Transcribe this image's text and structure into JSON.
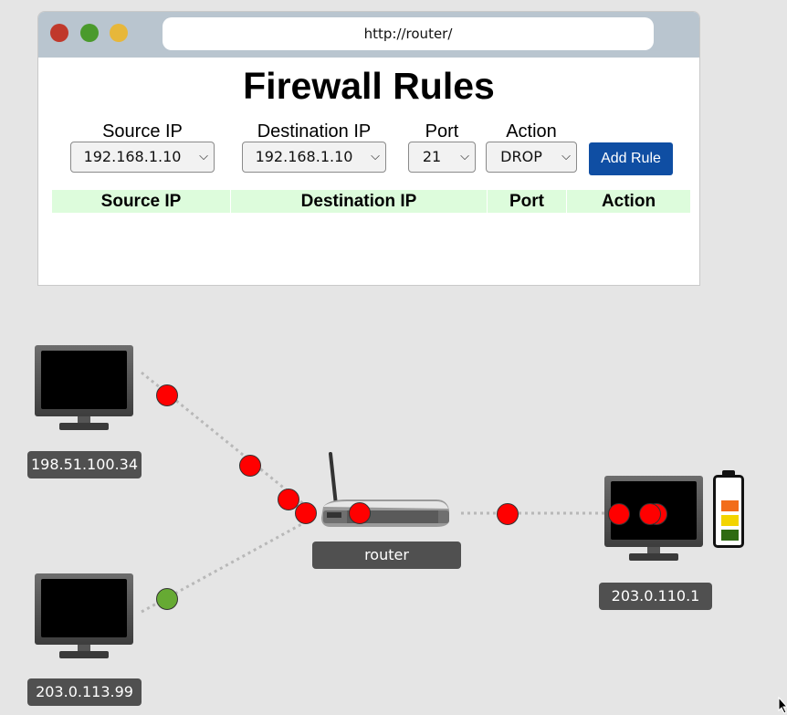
{
  "browser": {
    "url": "http://router/",
    "title": "Firewall Rules"
  },
  "form": {
    "source_ip": {
      "label": "Source IP",
      "value": "192.168.1.10"
    },
    "destination_ip": {
      "label": "Destination IP",
      "value": "192.168.1.10"
    },
    "port": {
      "label": "Port",
      "value": "21"
    },
    "action": {
      "label": "Action",
      "value": "DROP"
    },
    "add_button": "Add Rule"
  },
  "rules_table": {
    "headers": [
      "Source IP",
      "Destination IP",
      "Port",
      "Action"
    ],
    "rows": []
  },
  "network": {
    "hosts": [
      {
        "id": "host-1",
        "ip": "198.51.100.34"
      },
      {
        "id": "host-2",
        "ip": "203.0.113.99"
      },
      {
        "id": "host-3",
        "ip": "203.0.110.1"
      }
    ],
    "router": {
      "label": "router"
    }
  },
  "colors": {
    "packet_red": "#ff0000",
    "packet_green": "#66aa33",
    "accent_button": "#0f4ea3",
    "table_header": "#ddfcdc"
  }
}
